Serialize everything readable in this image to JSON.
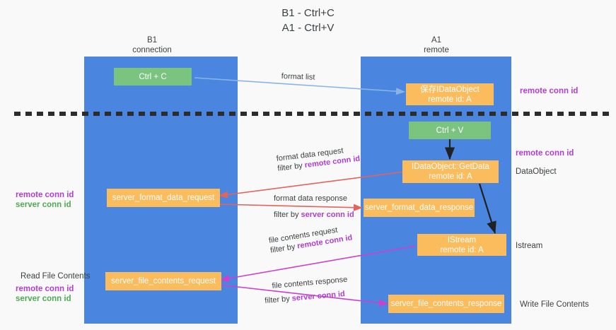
{
  "title": "B1 - Ctrl+C\nA1 - Ctrl+V",
  "colors": {
    "panel": "#4a86e0",
    "orange": "#fbbc5e",
    "green": "#7bc47f",
    "purple": "#b03fd0",
    "green_text": "#4faa55",
    "background": "#f9f9f9",
    "blue_arrow": "#8ab4e8",
    "red_arrow": "#e2645c",
    "magenta_arrow": "#cc41cc",
    "black_arrow": "#202124"
  },
  "columns": [
    {
      "name": "b1",
      "label": "B1\nconnection"
    },
    {
      "name": "a1",
      "label": "A1\nremote"
    }
  ],
  "nodes": [
    {
      "name": "ctrl-c",
      "label": "Ctrl + C",
      "style": "green"
    },
    {
      "name": "save-idataobject",
      "label": "保存IDataObject\nremote id: A",
      "style": "orange"
    },
    {
      "name": "ctrl-v",
      "label": "Ctrl + V",
      "style": "green"
    },
    {
      "name": "idataobject-getdata",
      "label": "IDataObject::GetData\nremote id: A",
      "style": "orange"
    },
    {
      "name": "server-format-data-request",
      "label": "server_format_data_request",
      "style": "orange"
    },
    {
      "name": "server-format-data-response",
      "label": "server_format_data_response",
      "style": "orange"
    },
    {
      "name": "istream",
      "label": "IStream\nremote id: A",
      "style": "orange"
    },
    {
      "name": "server-file-contents-request",
      "label": "server_file_contents_request",
      "style": "orange"
    },
    {
      "name": "server-file-contents-response",
      "label": "server_file_contents_response",
      "style": "orange"
    }
  ],
  "side_labels": [
    {
      "name": "right-label-remote-conn-id-top",
      "text": "remote conn id",
      "kind": "purple"
    },
    {
      "name": "right-label-remote-conn-id-mid",
      "text": "remote conn id",
      "kind": "purple"
    },
    {
      "name": "right-label-dataobject",
      "text": "DataObject",
      "kind": "plain"
    },
    {
      "name": "right-label-istream",
      "text": "Istream",
      "kind": "plain"
    },
    {
      "name": "right-label-write-file-contents",
      "text": "Write File Contents",
      "kind": "plain"
    },
    {
      "name": "left-label-remote-conn-id",
      "text": "remote conn id",
      "kind": "purple"
    },
    {
      "name": "left-label-server-conn-id",
      "text": "server conn id",
      "kind": "green"
    },
    {
      "name": "left-label-read-file-contents",
      "text": "Read File Contents",
      "kind": "plain"
    },
    {
      "name": "left-label-remote-conn-id-2",
      "text": "remote conn id",
      "kind": "purple"
    },
    {
      "name": "left-label-server-conn-id-2",
      "text": "server conn id",
      "kind": "green"
    }
  ],
  "edge_labels": [
    {
      "name": "edge-format-list",
      "line1": "format list",
      "line2": "",
      "line2_key": ""
    },
    {
      "name": "edge-format-data-request",
      "line1": "format data request",
      "line2": "filter by ",
      "line2_key": "remote conn id"
    },
    {
      "name": "edge-format-data-response",
      "line1": "format data response",
      "line2": "filter by ",
      "line2_key": "server conn id"
    },
    {
      "name": "edge-file-contents-request",
      "line1": "file contents request",
      "line2": "filter by ",
      "line2_key": "remote conn id"
    },
    {
      "name": "edge-file-contents-response",
      "line1": "file contents response",
      "line2": "filter by ",
      "line2_key": "server conn id"
    }
  ]
}
